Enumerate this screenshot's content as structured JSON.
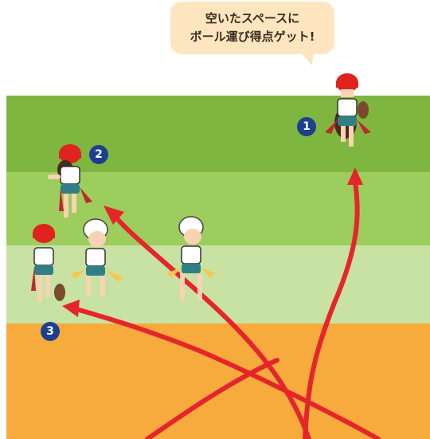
{
  "speech_bubble": {
    "line1": "空いたスペースに",
    "line2": "ボール運び得点ゲット!"
  },
  "markers": {
    "m1": "1",
    "m2": "2",
    "m3": "3"
  },
  "colors": {
    "zone_top": "#7fb63f",
    "zone_upper_mid": "#9ccd5d",
    "zone_lower_mid": "#c7e2a2",
    "zone_bottom": "#f7ab3d",
    "arrow": "#e5252c",
    "marker": "#1d3f8f",
    "bubble": "#fde6bf",
    "cap": "#e0231f",
    "shorts": "#2f7f86",
    "flag_red": "#c1272d",
    "flag_yellow": "#f2c94c",
    "ball": "#7b4a2c",
    "skin": "#f8d3b3",
    "hair": "#4a2a1e"
  },
  "icons": {
    "arrow": "curved-arrow",
    "player": "player-figure",
    "ball": "football-icon"
  }
}
